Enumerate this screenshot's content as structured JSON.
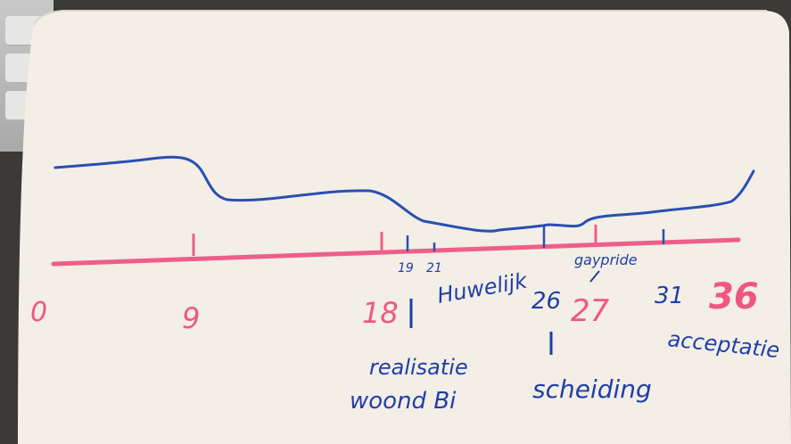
{
  "timeline": {
    "ticks": {
      "t0": "0",
      "t9": "9",
      "t18": "18",
      "t19": "19",
      "t21": "21",
      "t26": "26",
      "t27": "27",
      "t31": "31",
      "t36": "36"
    },
    "events": {
      "huwelijk": "Huwelijk",
      "gaypride": "gaypride",
      "realisatie": "realisatie",
      "woond_bi": "woond Bi",
      "scheiding": "scheiding",
      "acceptatie": "acceptatie"
    },
    "colors": {
      "axis": "#ee5f89",
      "curve": "#2a4fb3",
      "paper": "#f3eee6",
      "pink_text": "#f0577e",
      "blue_text": "#1f3fa6"
    }
  }
}
